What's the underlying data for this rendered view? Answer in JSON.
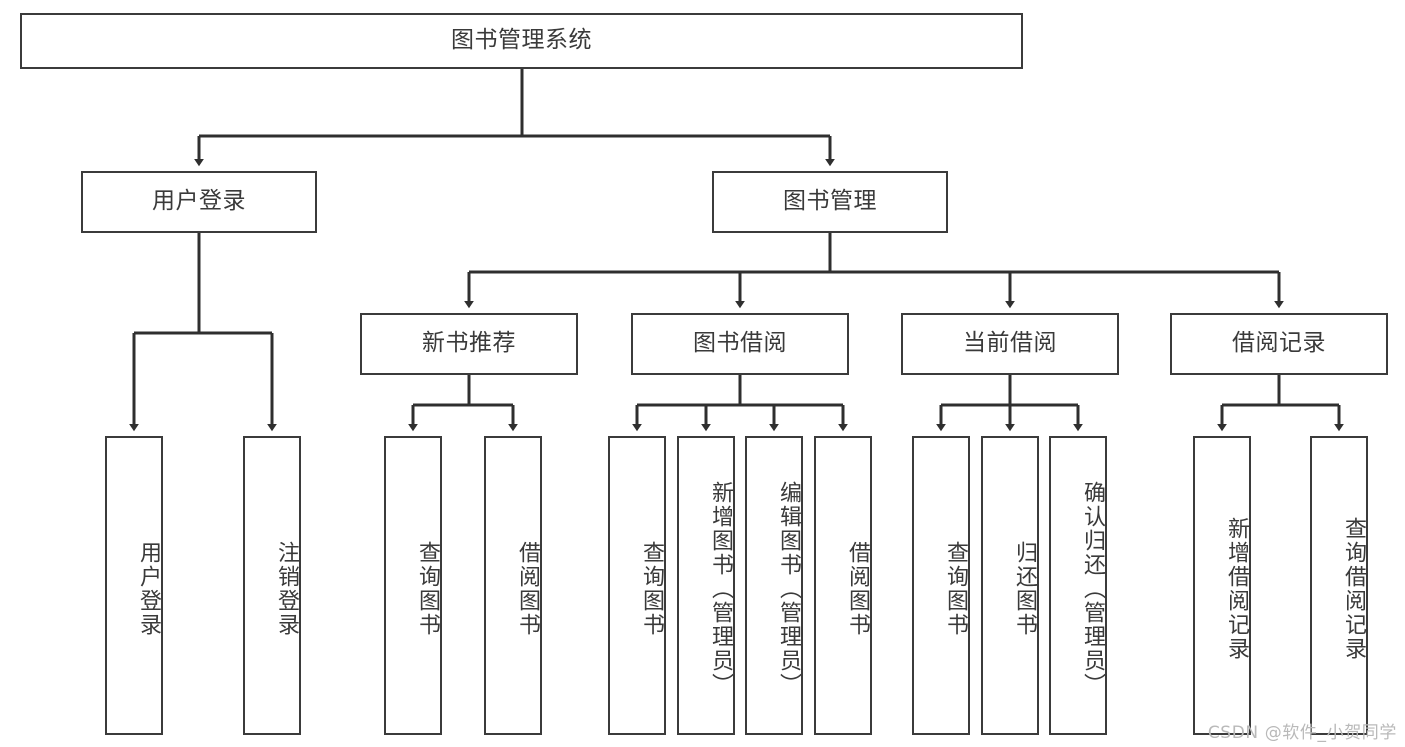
{
  "diagram": {
    "type": "tree",
    "title": "图书管理系统",
    "orientation": "top-down",
    "colors": {
      "box_border": "#3b3b3b",
      "box_fill": "#ffffff",
      "connector": "#2f2f2f",
      "text": "#3a3a3a",
      "watermark": "#b9b9b9",
      "background": "#ffffff"
    },
    "root": {
      "label": "图书管理系统"
    },
    "level1": [
      {
        "label": "用户登录"
      },
      {
        "label": "图书管理"
      }
    ],
    "level2": [
      {
        "label": "新书推荐"
      },
      {
        "label": "图书借阅"
      },
      {
        "label": "当前借阅"
      },
      {
        "label": "借阅记录"
      }
    ],
    "leaves": {
      "user_login": [
        {
          "label": "用户登录"
        },
        {
          "label": "注销登录"
        }
      ],
      "new_book_recommend": [
        {
          "label": "查询图书"
        },
        {
          "label": "借阅图书"
        }
      ],
      "book_borrow": [
        {
          "label": "查询图书"
        },
        {
          "label": "新增图书（管理员）"
        },
        {
          "label": "编辑图书（管理员）"
        },
        {
          "label": "借阅图书"
        }
      ],
      "current_borrow": [
        {
          "label": "查询图书"
        },
        {
          "label": "归还图书"
        },
        {
          "label": "确认归还（管理员）"
        }
      ],
      "borrow_record": [
        {
          "label": "新增借阅记录"
        },
        {
          "label": "查询借阅记录"
        }
      ]
    }
  },
  "watermark": {
    "text": "CSDN @软件_小贺同学"
  }
}
